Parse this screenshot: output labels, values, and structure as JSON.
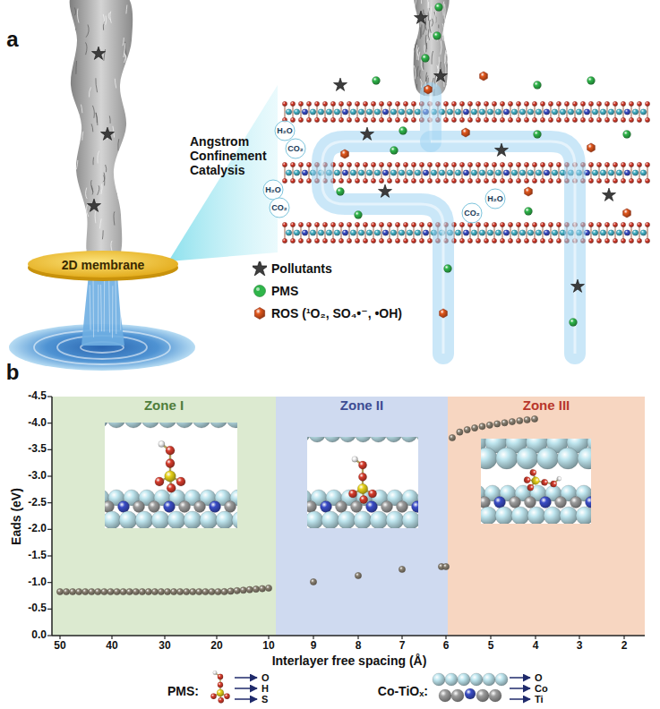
{
  "diagram": {
    "nodes": [
      {
        "text": [
          "2D membrane"
        ]
      },
      {
        "text": [
          "Zone I"
        ]
      },
      {
        "text": [
          "Zone II"
        ]
      },
      {
        "text": [
          "Zone III"
        ]
      }
    ],
    "labels": [
      "a",
      "Angstrom Confinement Catalysis",
      "H₂O",
      "CO₂",
      "H₂O",
      "CO₂",
      "H₂O",
      "CO₂",
      "b",
      "-4.5",
      "-4.0",
      "-3.5",
      "-3.0",
      "-2.5",
      "-2.0",
      "-1.5",
      "-1.0",
      "-0.5",
      "0.0",
      "50",
      "40",
      "30",
      "20",
      "10",
      "9",
      "8",
      "7",
      "6",
      "5",
      "4",
      "3",
      "2",
      "Eads (eV)",
      "Interlayer free spacing (Å)",
      "PMS:",
      "O",
      "H",
      "S",
      "Co-TiOₓ:",
      "O",
      "Co",
      "Ti"
    ],
    "legend": [
      {
        "text": "Pollutants"
      },
      {
        "text": "PMS",
        "color": "#2fb54a"
      },
      {
        "text": "ROS (¹O₂, SO₄•⁻, •OH)"
      }
    ]
  }
}
